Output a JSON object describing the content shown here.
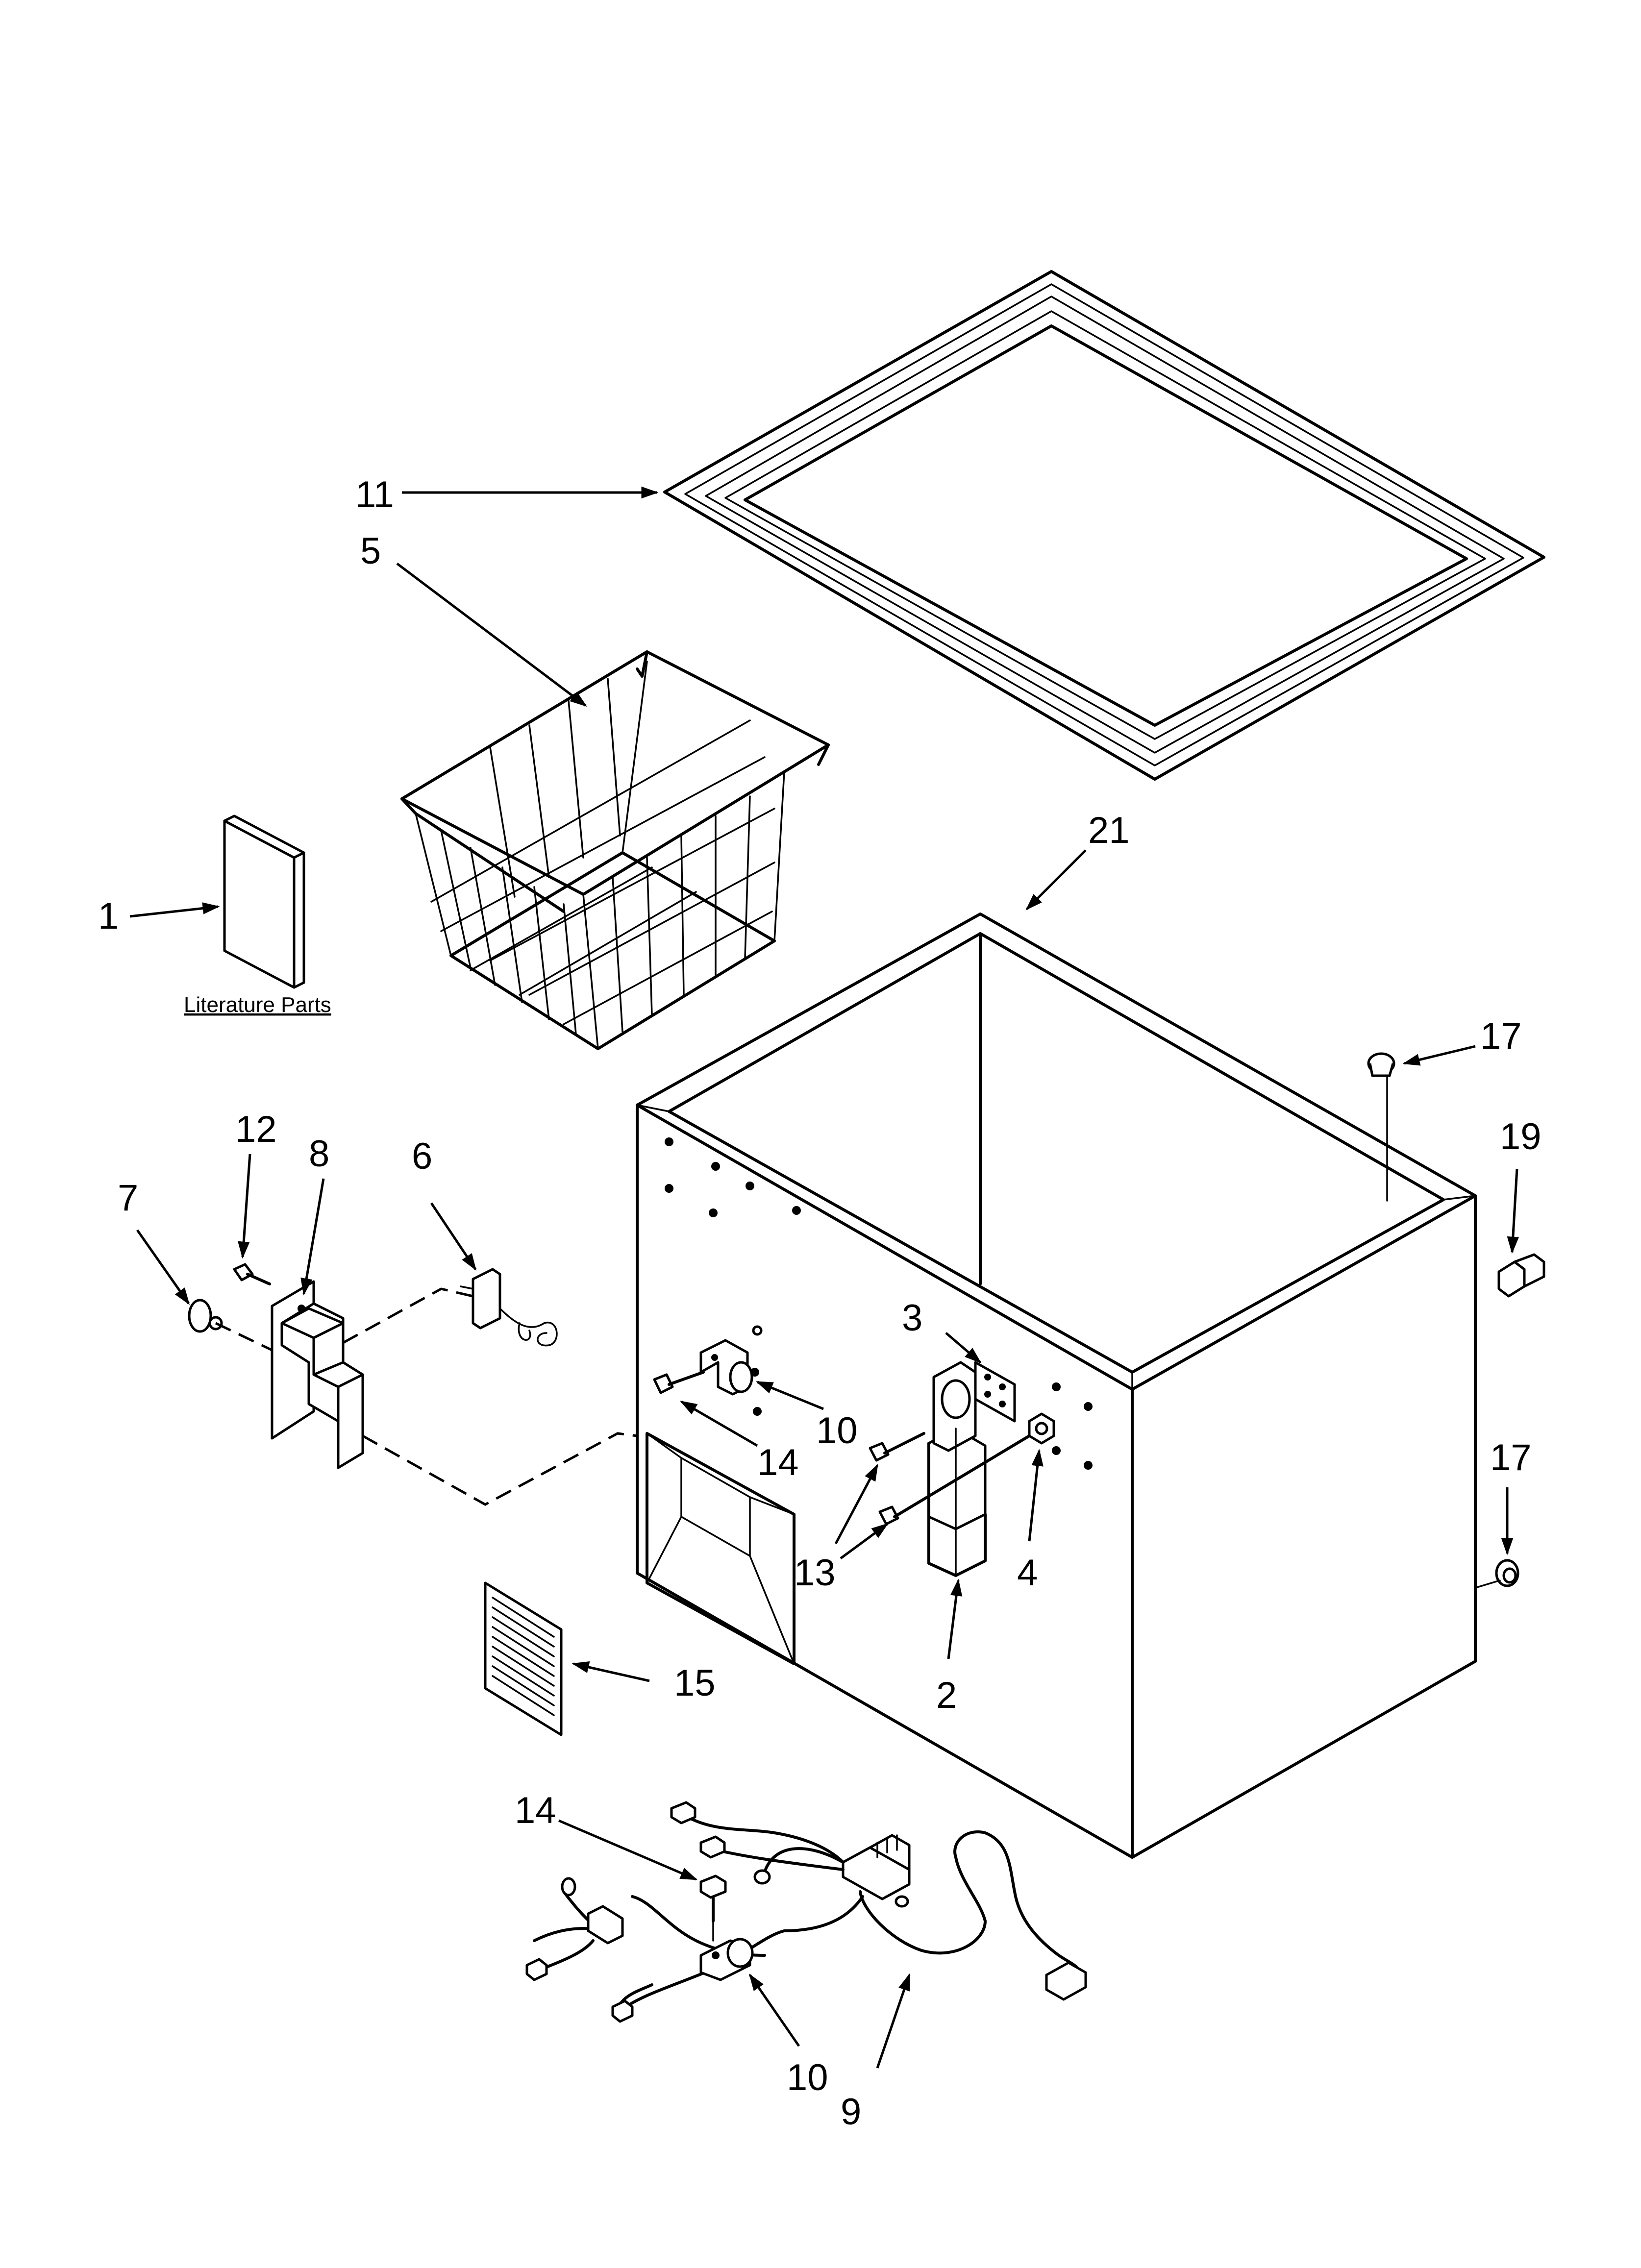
{
  "diagram": {
    "literature_caption": "Literature Parts",
    "callouts": {
      "n1": "1",
      "n2": "2",
      "n3": "3",
      "n4": "4",
      "n5": "5",
      "n6": "6",
      "n7": "7",
      "n8": "8",
      "n9": "9",
      "n10_upper": "10",
      "n10_lower": "10",
      "n11": "11",
      "n12": "12",
      "n13": "13",
      "n14_upper": "14",
      "n14_lower": "14",
      "n15": "15",
      "n17_upper": "17",
      "n17_lower": "17",
      "n19": "19",
      "n21": "21"
    }
  }
}
